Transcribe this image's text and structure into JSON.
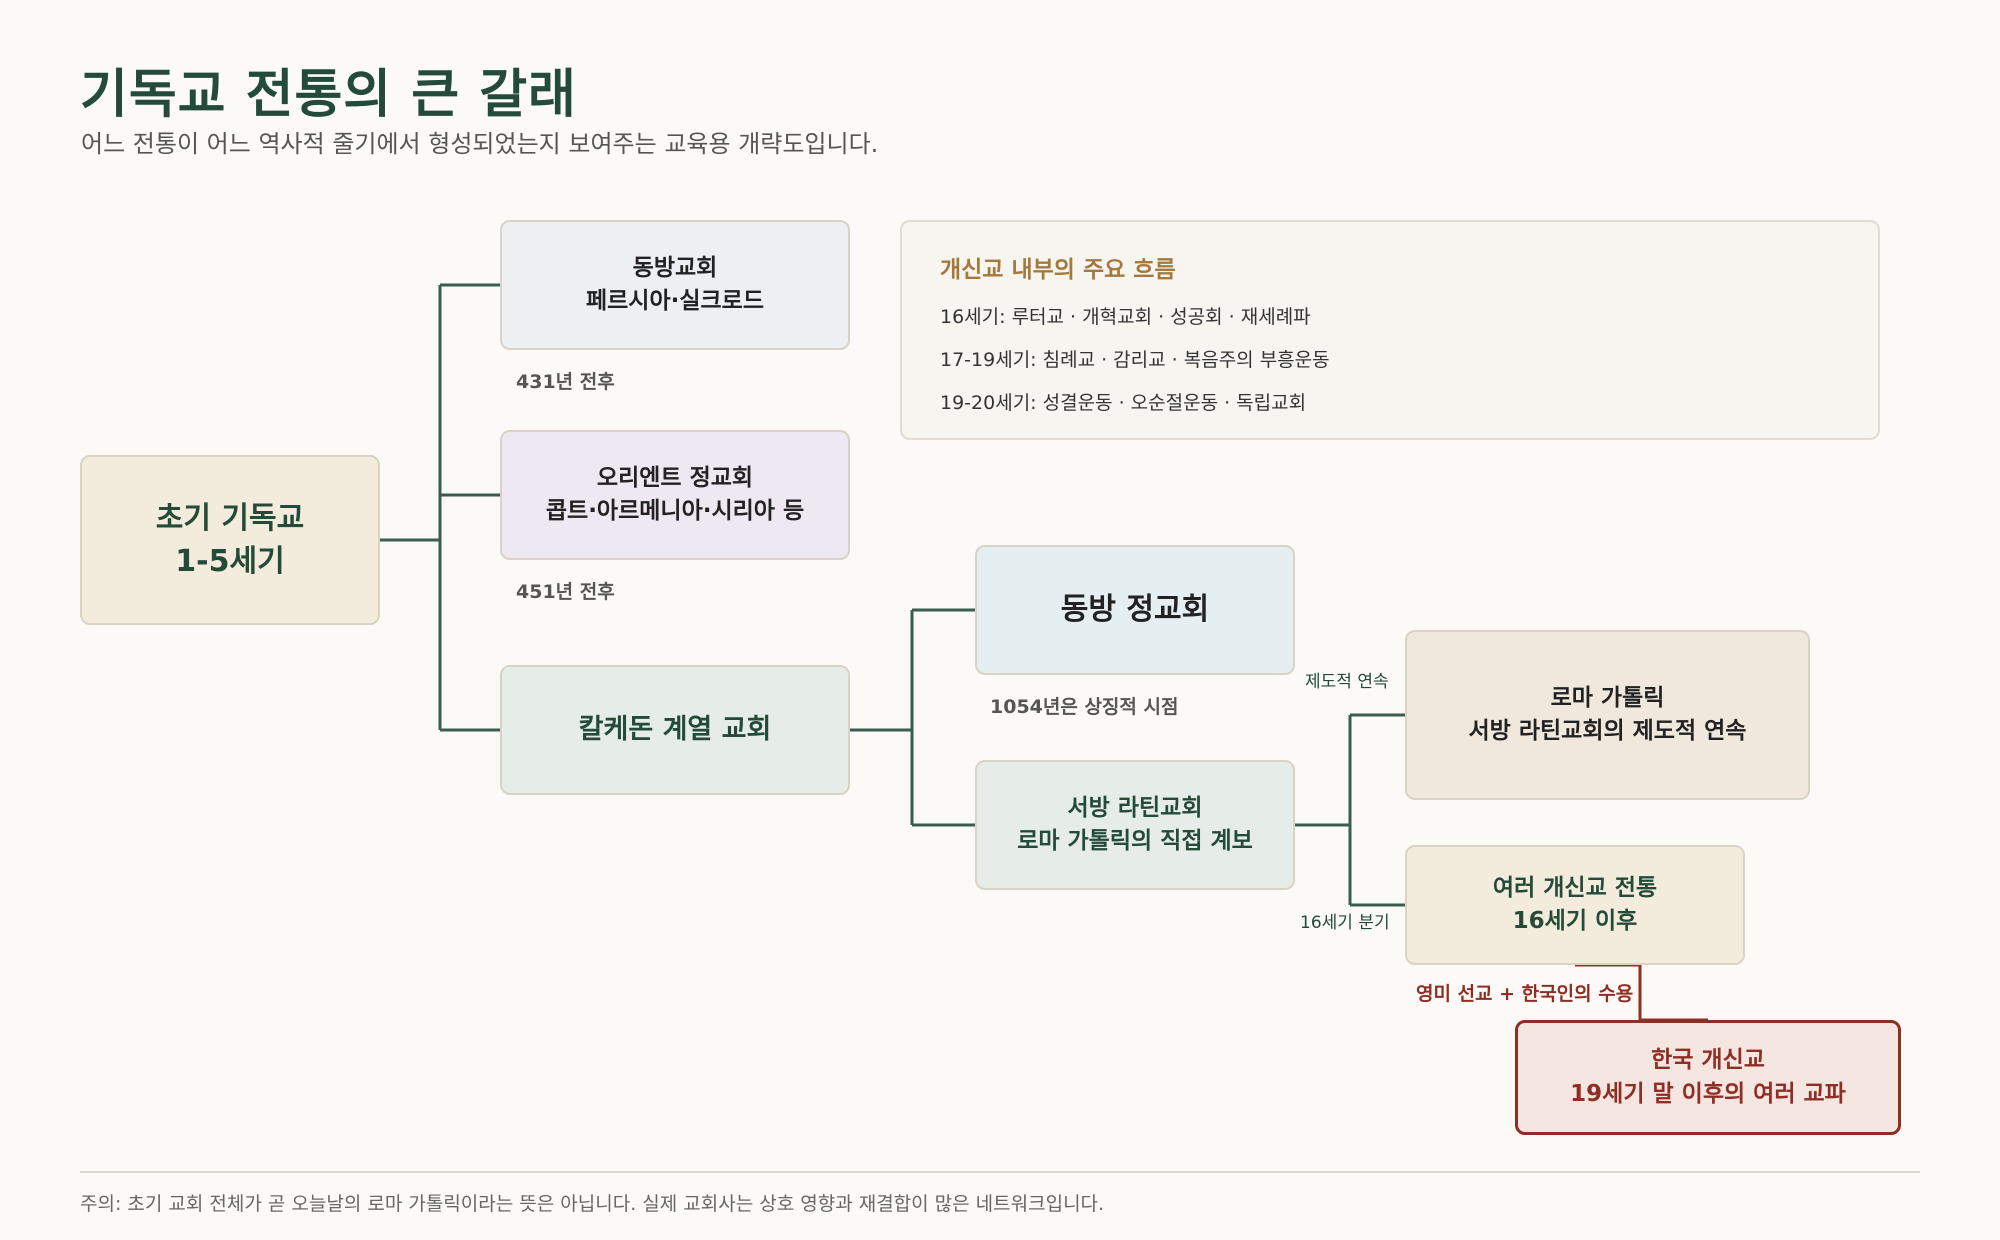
{
  "header": {
    "title": "기독교 전통의 큰 갈래",
    "subtitle": "어느 전통이 어느 역사적 줄기에서 형성되었는지 보여주는 교육용 개략도입니다."
  },
  "nodes": {
    "early": {
      "line1": "초기 기독교",
      "line2": "1-5세기"
    },
    "east_church": {
      "line1": "동방교회",
      "line2": "페르시아·실크로드"
    },
    "oriental": {
      "line1": "오리엔트 정교회",
      "line2": "콥트·아르메니아·시리아 등"
    },
    "chalcedon": {
      "line1": "칼케돈 계열 교회"
    },
    "orthodox": {
      "line1": "동방 정교회"
    },
    "latin": {
      "line1": "서방 라틴교회",
      "line2": "로마 가톨릭의 직접 계보"
    },
    "catholic": {
      "line1": "로마 가톨릭",
      "line2": "서방 라틴교회의 제도적 연속"
    },
    "protestant": {
      "line1": "여러 개신교 전통",
      "line2": "16세기 이후"
    },
    "korean": {
      "line1": "한국 개신교",
      "line2": "19세기 말 이후의 여러 교파"
    }
  },
  "notes": {
    "east_church_date": "431년 전후",
    "oriental_date": "451년 전후",
    "schism_date": "1054년은 상징적 시점",
    "edge_catholic": "제도적 연속",
    "edge_protestant": "16세기 분기",
    "edge_korean": "영미 선교 + 한국인의 수용"
  },
  "panel": {
    "title": "개신교 내부의 주요 흐름",
    "lines": [
      "16세기: 루터교 · 개혁교회 · 성공회 · 재세례파",
      "17-19세기: 침례교 · 감리교 · 복음주의 부흥운동",
      "19-20세기: 성결운동 · 오순절운동 · 독립교회"
    ]
  },
  "footer": {
    "note": "주의: 초기 교회 전체가 곧 오늘날의 로마 가톨릭이라는 뜻은 아닙니다. 실제 교회사는 상호 영향과 재결합이 많은 네트워크입니다."
  },
  "colors": {
    "connector": "#3a5e4d",
    "accent_red": "#8e2e24",
    "accent_gold": "#a5793e",
    "title_green": "#244a38"
  }
}
